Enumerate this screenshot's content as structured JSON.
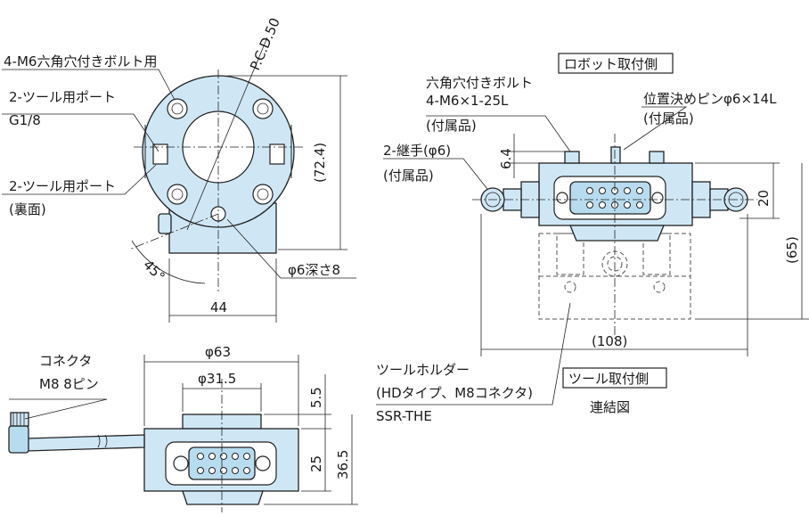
{
  "labels": {
    "bolt_holes": "4-M6六角穴付きボルト用",
    "tool_port_1": "2-ツール用ポート",
    "tool_port_1_size": "G1/8",
    "tool_port_2": "2-ツール用ポート",
    "tool_port_2_note": "(裏面)",
    "pcd": "P.C.D.50",
    "hole_depth": "φ6深さ8",
    "robot_side": "ロボット取付側",
    "hex_bolt": "六角穴付きボルト",
    "hex_bolt_size": "4-M6×1-25L",
    "hex_bolt_note": "(付属品)",
    "locating_pin": "位置決めピンφ6×14L",
    "locating_pin_note": "(付属品)",
    "fitting": "2-継手(φ6)",
    "fitting_note": "(付属品)",
    "connector": "コネクタ",
    "connector_spec": "M8 8ピン",
    "tool_holder": "ツールホルダー",
    "tool_holder_type": "(HDタイプ、M8コネクタ)",
    "tool_holder_model": "SSR-THE",
    "tool_side": "ツール取付側",
    "assembly_view": "連結図"
  },
  "dimensions": {
    "d_72_4": "(72.4)",
    "d_45": "45°",
    "d_44": "44",
    "d_6_4": "6.4",
    "d_20": "20",
    "d_65": "(65)",
    "d_108": "(108)",
    "d_phi63": "φ63",
    "d_phi31_5": "φ31.5",
    "d_5_5": "5.5",
    "d_25": "25",
    "d_36_5": "36.5"
  },
  "colors": {
    "body_fill": "#cfe7f5",
    "line": "#222222"
  }
}
